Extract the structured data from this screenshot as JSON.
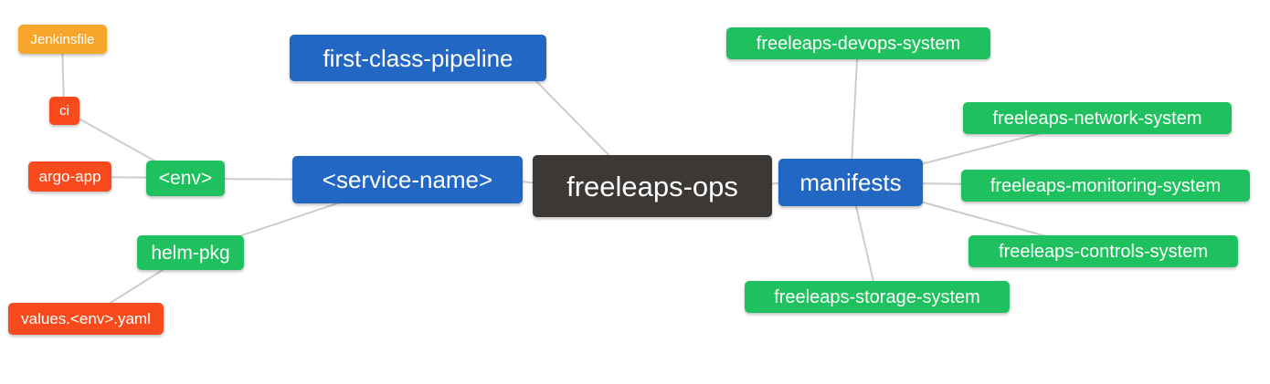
{
  "diagram": {
    "type": "mindmap",
    "background_color": "#ffffff",
    "edge_color": "#cccccc",
    "text_color": "#ffffff",
    "level_colors": {
      "root": "#3b3835",
      "level1_blue": "#2267c3",
      "level2_green": "#1ec15e",
      "level3_red": "#f84a1d",
      "level4_amber": "#f8a62b"
    },
    "root": "freeleaps-ops",
    "nodes": [
      {
        "id": "jenkinsfile",
        "label": "Jenkinsfile",
        "level": 4,
        "color": "#f8a62b"
      },
      {
        "id": "ci",
        "label": "ci",
        "level": 3,
        "color": "#f84a1d"
      },
      {
        "id": "argo-app",
        "label": "argo-app",
        "level": 3,
        "color": "#f84a1d"
      },
      {
        "id": "env",
        "label": "<env>",
        "level": 2,
        "color": "#1ec15e"
      },
      {
        "id": "helm-pkg",
        "label": "helm-pkg",
        "level": 2,
        "color": "#1ec15e"
      },
      {
        "id": "values-env-yaml",
        "label": "values.<env>.yaml",
        "level": 3,
        "color": "#f84a1d"
      },
      {
        "id": "first-class-pipeline",
        "label": "first-class-pipeline",
        "level": 1,
        "color": "#2267c3"
      },
      {
        "id": "service-name",
        "label": "<service-name>",
        "level": 1,
        "color": "#2267c3"
      },
      {
        "id": "freeleaps-ops",
        "label": "freeleaps-ops",
        "level": 0,
        "color": "#3b3835"
      },
      {
        "id": "manifests",
        "label": "manifests",
        "level": 1,
        "color": "#2267c3"
      },
      {
        "id": "freeleaps-devops-system",
        "label": "freeleaps-devops-system",
        "level": 2,
        "color": "#1ec15e"
      },
      {
        "id": "freeleaps-network-system",
        "label": "freeleaps-network-system",
        "level": 2,
        "color": "#1ec15e"
      },
      {
        "id": "freeleaps-monitoring-system",
        "label": "freeleaps-monitoring-system",
        "level": 2,
        "color": "#1ec15e"
      },
      {
        "id": "freeleaps-controls-system",
        "label": "freeleaps-controls-system",
        "level": 2,
        "color": "#1ec15e"
      },
      {
        "id": "freeleaps-storage-system",
        "label": "freeleaps-storage-system",
        "level": 2,
        "color": "#1ec15e"
      }
    ],
    "edges": [
      {
        "from": "jenkinsfile",
        "to": "ci"
      },
      {
        "from": "ci",
        "to": "env"
      },
      {
        "from": "argo-app",
        "to": "env"
      },
      {
        "from": "env",
        "to": "service-name"
      },
      {
        "from": "helm-pkg",
        "to": "service-name"
      },
      {
        "from": "values-env-yaml",
        "to": "helm-pkg"
      },
      {
        "from": "first-class-pipeline",
        "to": "freeleaps-ops"
      },
      {
        "from": "service-name",
        "to": "freeleaps-ops"
      },
      {
        "from": "freeleaps-ops",
        "to": "manifests"
      },
      {
        "from": "manifests",
        "to": "freeleaps-devops-system"
      },
      {
        "from": "manifests",
        "to": "freeleaps-network-system"
      },
      {
        "from": "manifests",
        "to": "freeleaps-monitoring-system"
      },
      {
        "from": "manifests",
        "to": "freeleaps-controls-system"
      },
      {
        "from": "manifests",
        "to": "freeleaps-storage-system"
      }
    ]
  }
}
